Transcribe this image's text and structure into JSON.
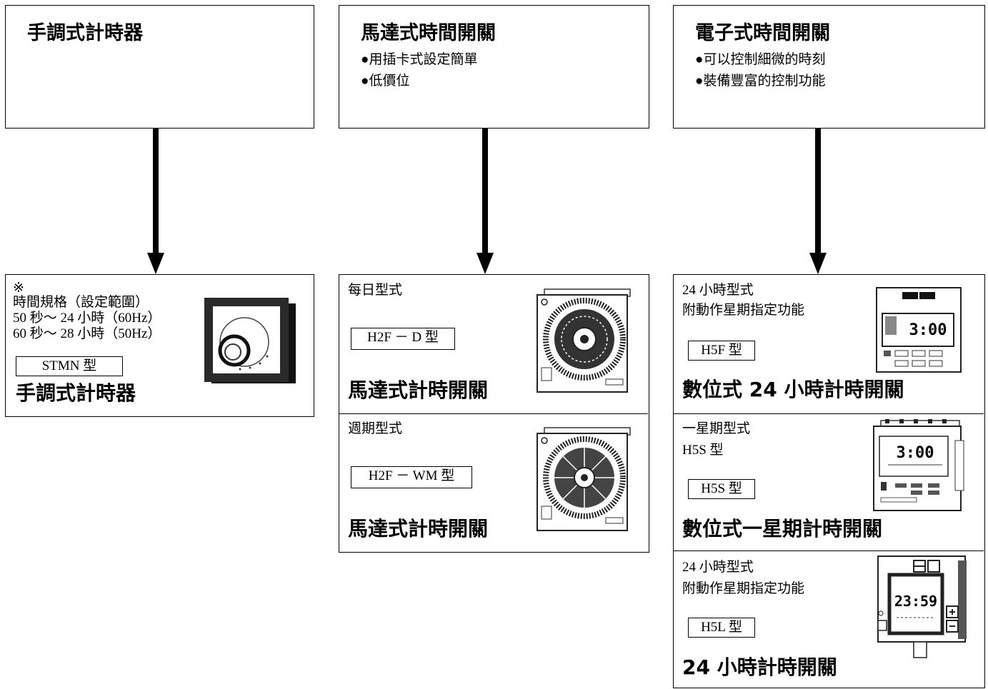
{
  "categories": [
    {
      "title": "手調式計時器",
      "features": []
    },
    {
      "title": "馬達式時間開關",
      "features": [
        "●用插卡式設定簡單",
        "●低價位"
      ]
    },
    {
      "title": "電子式時間開關",
      "features": [
        "●可以控制細微的時刻",
        "●裝備豐富的控制功能"
      ]
    }
  ],
  "products": {
    "stmn": {
      "note_mark": "※",
      "note_lines": [
        "時間規格（設定範圍）",
        "50 秒～ 24 小時（60Hz）",
        "60 秒～ 28 小時（50Hz）"
      ],
      "model": "STMN 型",
      "name": "手調式計時器",
      "image_icon": "dial-timer-icon"
    },
    "h2f_d": {
      "type_label": "每日型式",
      "model": "H2F － D 型",
      "name": "馬達式計時開關",
      "image_icon": "daily-motor-timer-icon"
    },
    "h2f_wm": {
      "type_label": "週期型式",
      "model": "H2F － WM 型",
      "name": "馬達式計時開關",
      "image_icon": "weekly-motor-timer-icon"
    },
    "h5f": {
      "type_lines": [
        "24 小時型式",
        "附動作星期指定功能"
      ],
      "model": "H5F 型",
      "name": "數位式 24 小時計時開關",
      "display": "3:00",
      "image_icon": "digital-timer-icon"
    },
    "h5s": {
      "type_lines": [
        "一星期型式",
        "H5S 型"
      ],
      "model": "H5S 型",
      "name": "數位式一星期計時開關",
      "display": "3:00",
      "image_icon": "digital-weekly-timer-icon"
    },
    "h5l": {
      "type_lines": [
        "24 小時型式",
        "附動作星期指定功能"
      ],
      "model": "H5L 型",
      "name": "24 小時計時開關",
      "display": "23:59",
      "image_icon": "compact-digital-timer-icon"
    }
  }
}
